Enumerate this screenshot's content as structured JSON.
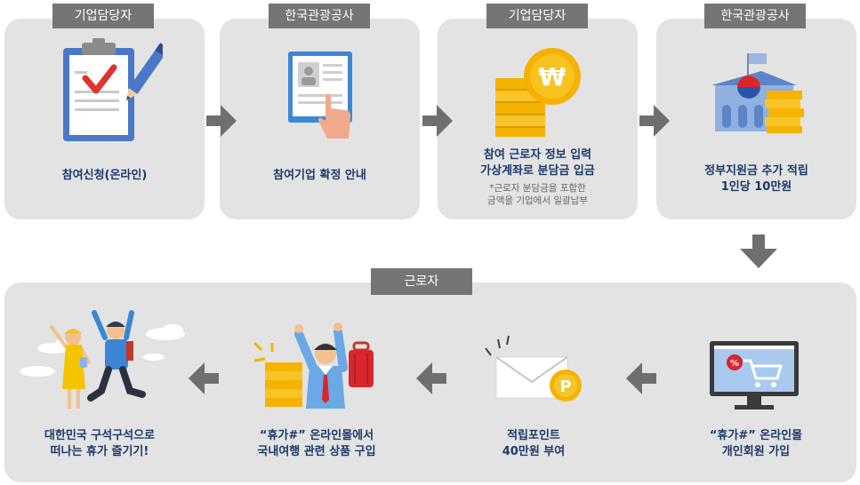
{
  "top_steps": [
    {
      "tab": "기업담당자",
      "title": "참여신청(온라인)"
    },
    {
      "tab": "한국관광공사",
      "title": "참여기업 확정 안내"
    },
    {
      "tab": "기업담당자",
      "title_lines": [
        "참여 근로자 정보 입력",
        "가상계좌로 분담금 입금"
      ],
      "note_lines": [
        "*근로자 분담금을 포함한",
        "금액을 기업에서 일괄납부"
      ]
    },
    {
      "tab": "한국관광공사",
      "title_lines": [
        "정부지원금 추가 적립",
        "1인당 10만원"
      ]
    }
  ],
  "bottom_section": {
    "tab": "근로자",
    "steps": [
      {
        "title_lines": [
          "대한민국 구석구석으로",
          "떠나는 휴가 즐기기!"
        ]
      },
      {
        "title_lines": [
          "“휴가#” 온라인몰에서",
          "국내여행 관련 상품 구입"
        ]
      },
      {
        "title_lines": [
          "적립포인트",
          "40만원 부여"
        ]
      },
      {
        "title_lines": [
          "“휴가#” 온라인몰",
          "개인회원 가입"
        ]
      }
    ]
  },
  "colors": {
    "card": "#e3e3e3",
    "tab": "#757575",
    "arrow": "#6f6f6f",
    "title": "#1b3a6b",
    "gold": "#f5b300",
    "blue": "#3b73c8"
  }
}
